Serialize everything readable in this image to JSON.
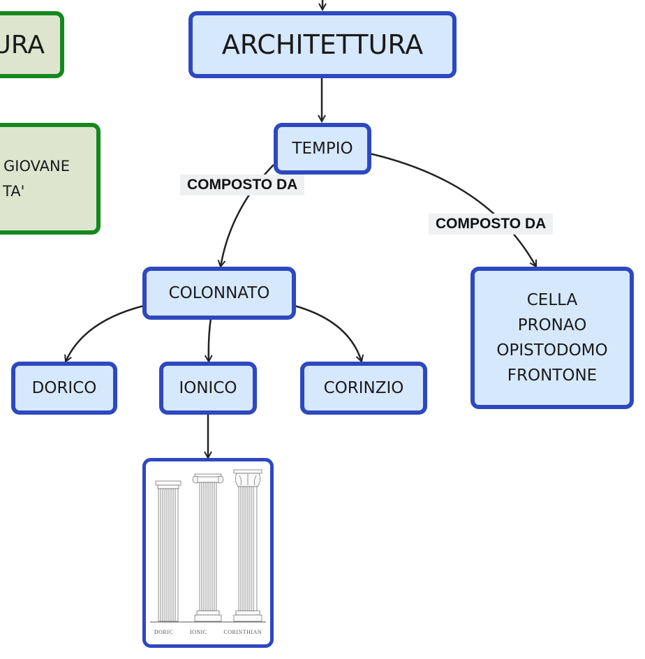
{
  "nodes": {
    "partial_left_top": "URA",
    "partial_left_mid_line1": "GIOVANE",
    "partial_left_mid_line2": "TA'",
    "architettura": "ARCHITETTURA",
    "tempio": "TEMPIO",
    "colonnato": "COLONNATO",
    "dorico": "DORICO",
    "ionico": "IONICO",
    "corinzio": "CORINZIO",
    "cella_box": [
      "CELLA",
      "PRONAO",
      "OPISTODOMO",
      "FRONTONE"
    ]
  },
  "edge_labels": {
    "tempio_to_colonnato": "COMPOSTO DA",
    "tempio_to_cella": "COMPOSTO DA"
  },
  "columns_image": {
    "captions": [
      "DORIC",
      "IONIC",
      "CORINTHIAN"
    ]
  },
  "colors": {
    "blue_fill": "#d6e8fc",
    "blue_border": "#2d48c0",
    "green_fill": "#dde5cf",
    "green_border": "#14881d"
  }
}
